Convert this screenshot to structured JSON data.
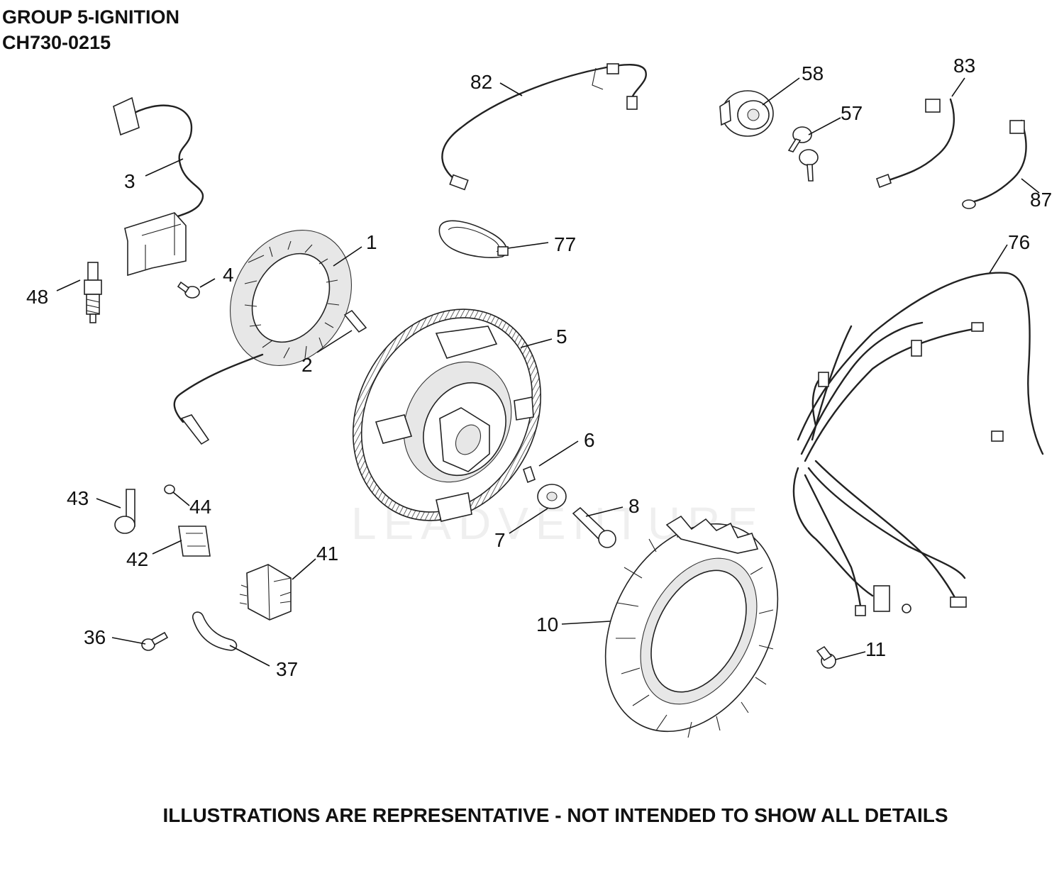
{
  "header": {
    "group_title": "GROUP 5-IGNITION",
    "model_code": "CH730-0215"
  },
  "footer": {
    "disclaimer": "ILLUSTRATIONS ARE REPRESENTATIVE - NOT INTENDED TO SHOW ALL DETAILS"
  },
  "watermark": {
    "text": "LEADVENTURE"
  },
  "callouts": {
    "c1": "1",
    "c2": "2",
    "c3": "3",
    "c4": "4",
    "c5": "5",
    "c6": "6",
    "c7": "7",
    "c8": "8",
    "c10": "10",
    "c11": "11",
    "c36": "36",
    "c37": "37",
    "c41": "41",
    "c42": "42",
    "c43": "43",
    "c44": "44",
    "c48": "48",
    "c57": "57",
    "c58": "58",
    "c76": "76",
    "c77": "77",
    "c82": "82",
    "c83": "83",
    "c87": "87"
  }
}
